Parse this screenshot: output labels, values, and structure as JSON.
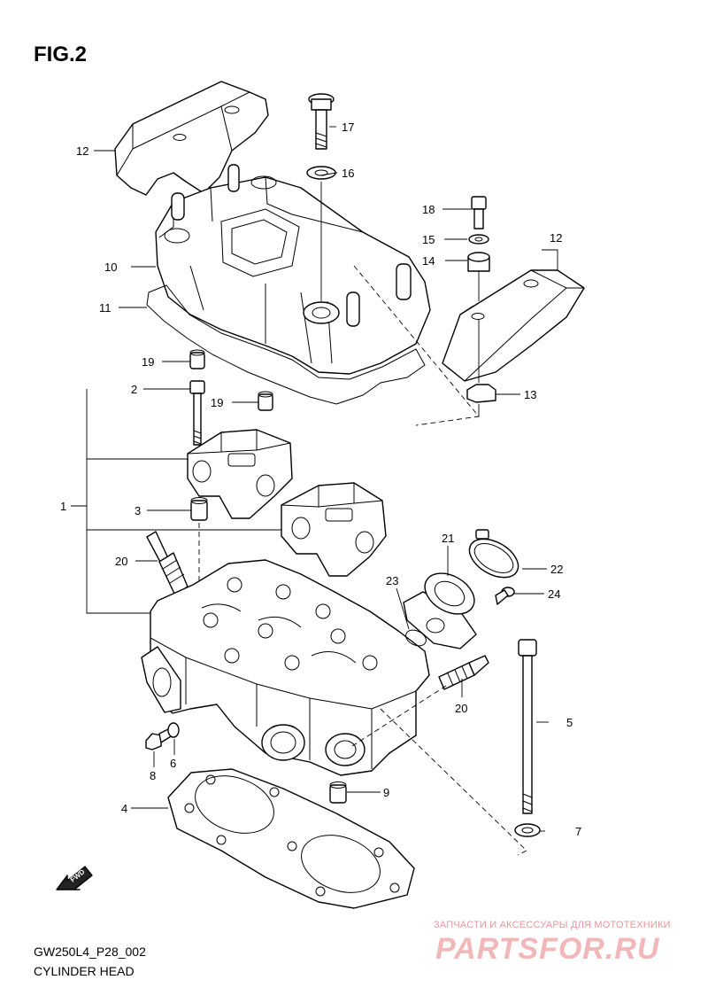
{
  "figure": {
    "title": "FIG.2"
  },
  "footer": {
    "code": "GW250L4_P28_002",
    "name": "CYLINDER HEAD"
  },
  "watermark": {
    "line": "ЗАПЧАСТИ И АКСЕССУАРЫ ДЛЯ МОТОТЕХНИКИ",
    "logo": "PARTSFOR.RU"
  },
  "fwd": {
    "label": "FWD"
  },
  "callouts": {
    "c1": "1",
    "c2": "2",
    "c3": "3",
    "c4": "4",
    "c5": "5",
    "c6": "6",
    "c7": "7",
    "c8": "8",
    "c9": "9",
    "c10": "10",
    "c11": "11",
    "c12a": "12",
    "c12b": "12",
    "c13": "13",
    "c14": "14",
    "c15": "15",
    "c16": "16",
    "c17": "17",
    "c18": "18",
    "c19a": "19",
    "c19b": "19",
    "c20a": "20",
    "c20b": "20",
    "c21": "21",
    "c22": "22",
    "c23": "23",
    "c24": "24"
  }
}
